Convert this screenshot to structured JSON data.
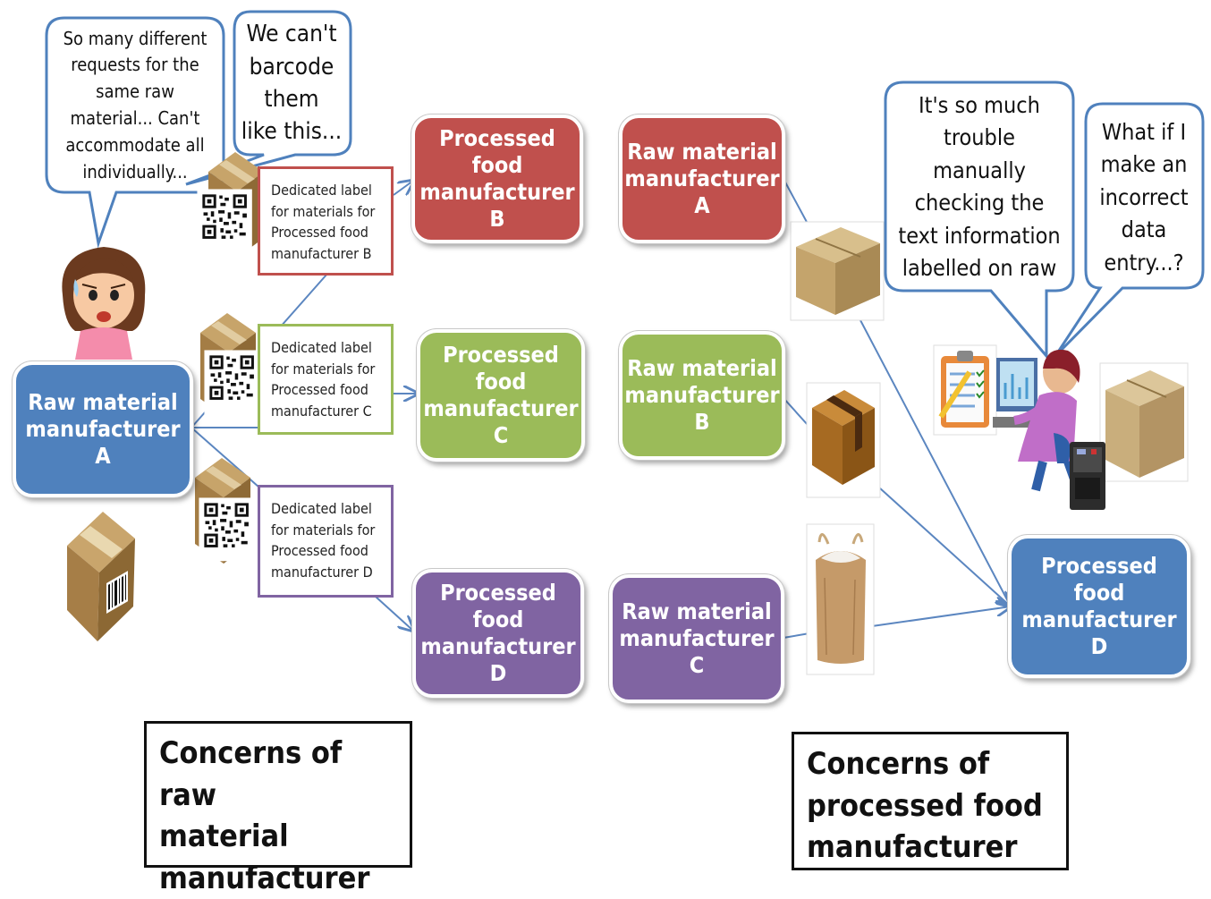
{
  "colors": {
    "red": "#c0504d",
    "green": "#9bbb59",
    "purple": "#8064a2",
    "blue": "#4f81bd",
    "bubble_border": "#4f81bd",
    "arrow": "#5b86c0"
  },
  "bubbles": {
    "requests": "So many different\nrequests for the\nsame raw\nmaterial... Can't\naccommodate all\nindividually...",
    "barcode": "We can't\nbarcode\nthem\nlike this...",
    "trouble": "It's so much\ntrouble\nmanually\nchecking the\ntext information\nlabelled on raw",
    "incorrect": "What if I\nmake an\nincorrect\ndata\nentry...?"
  },
  "nodes": {
    "raw_a_left": "Raw material\nmanufacturer\nA",
    "proc_b": "Processed\nfood\nmanufacturer\nB",
    "proc_c": "Processed\nfood\nmanufacturer\nC",
    "proc_d_mid": "Processed\nfood\nmanufacturer\nD",
    "raw_a_right": "Raw material\nmanufacturer\nA",
    "raw_b_right": "Raw material\nmanufacturer\nB",
    "raw_c_right": "Raw material\nmanufacturer\nC",
    "proc_d_right": "Processed\nfood\nmanufacturer\nD"
  },
  "labels": {
    "b": "Dedicated label\nfor materials for\nProcessed food\nmanufacturer B",
    "c": "Dedicated label\nfor materials for\nProcessed food\nmanufacturer C",
    "d": "Dedicated label\nfor materials for\nProcessed food\nmanufacturer D"
  },
  "captions": {
    "raw": "Concerns of raw\nmaterial\nmanufacturer",
    "processed": "Concerns of\nprocessed food\nmanufacturer"
  },
  "icons": [
    "worried-woman-icon",
    "qr-code-icon",
    "cardboard-box-icon",
    "barcode-box-icon",
    "sealed-box-icon",
    "sack-bag-icon",
    "clipboard-checklist-icon",
    "woman-at-computer-icon",
    "label-printer-icon"
  ]
}
